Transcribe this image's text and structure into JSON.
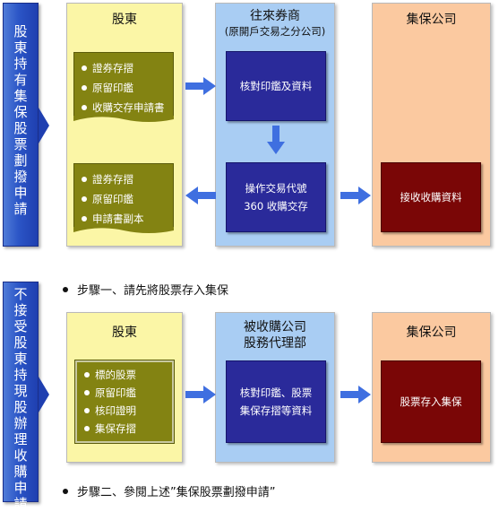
{
  "section1": {
    "banner_chars": [
      "股",
      "東",
      "持",
      "有",
      "集",
      "保",
      "股",
      "票",
      "劃",
      "撥",
      "申",
      "請"
    ],
    "shareholder_title": "股東",
    "broker_title": "往來券商",
    "broker_subtitle": "(原開戶交易之分公司)",
    "depository_title": "集保公司",
    "doc_top": [
      "證券存摺",
      "原留印鑑",
      "收購交存申請書"
    ],
    "doc_bottom": [
      "證券存摺",
      "原留印鑑",
      "申請書副本"
    ],
    "verify_box": "核對印鑑及資料",
    "op_box_line1": "操作交易代號",
    "op_box_line2": "360 收購交存",
    "receive_box": "接收收購資料"
  },
  "step1": "步驟一、請先將股票存入集保",
  "section2": {
    "banner_chars": [
      "不",
      "接",
      "受",
      "股",
      "東",
      "持",
      "現",
      "股",
      "辦",
      "理",
      "收",
      "購",
      "申",
      "請"
    ],
    "shareholder_title": "股東",
    "agent_title_line1": "被收購公司",
    "agent_title_line2": "股務代理部",
    "depository_title": "集保公司",
    "doc_items": [
      "標的股票",
      "原留印鑑",
      "核印證明",
      "集保存摺"
    ],
    "verify_line1": "核對印鑑、股票",
    "verify_line2": "集保存摺等資料",
    "deposit_box": "股票存入集保"
  },
  "step2": "步驟二、參閱上述”集保股票劃撥申請”",
  "colors": {
    "banner": "#2b55c6",
    "arrow": "#3f6fe0",
    "shareholder_bg": "#fbf6a6",
    "broker_bg": "#a9cdf3",
    "depository_bg": "#fbc9a0",
    "doc": "#838312",
    "process": "#2a2a9a",
    "depository_box": "#7a0606"
  }
}
